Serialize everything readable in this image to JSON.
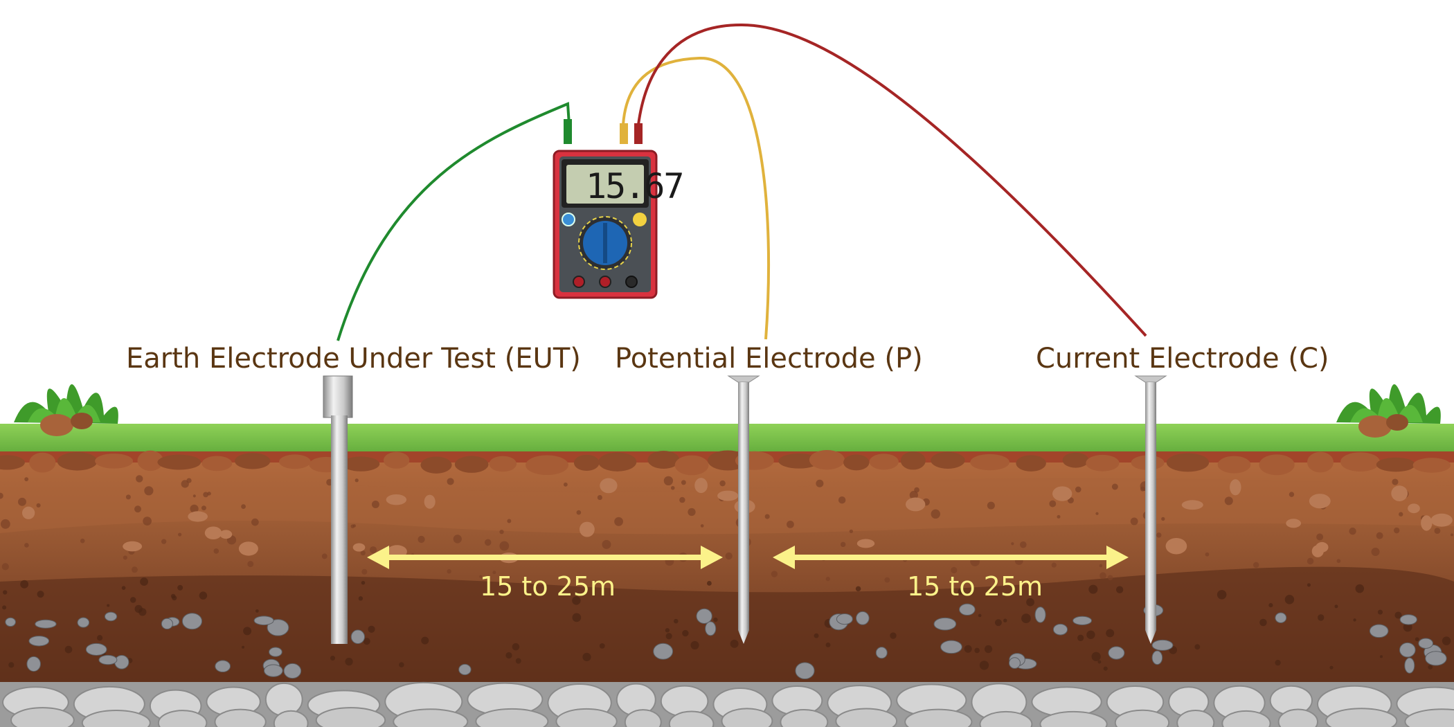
{
  "meter": {
    "reading": "15.67"
  },
  "electrodes": {
    "eut": {
      "label": "Earth Electrode Under Test (EUT)"
    },
    "potential": {
      "label": "Potential Electrode (P)"
    },
    "current": {
      "label": "Current Electrode (C)"
    }
  },
  "distances": {
    "eut_to_p": "15 to 25m",
    "p_to_c": "15 to 25m"
  },
  "colors": {
    "lead_eut": "#1f8a2e",
    "lead_potential": "#e0b23c",
    "lead_current": "#a52525",
    "arrow": "#fbf28a",
    "label_text": "#5a3612",
    "grass": "#7cc447",
    "soil_top": "#b0653a",
    "soil_mid": "#8a4f2e",
    "soil_deep": "#6e3a22"
  },
  "icons": [
    "multimeter-icon",
    "power-button-icon",
    "rotary-dial-icon",
    "grass-tuft-icon",
    "rock-icon"
  ]
}
